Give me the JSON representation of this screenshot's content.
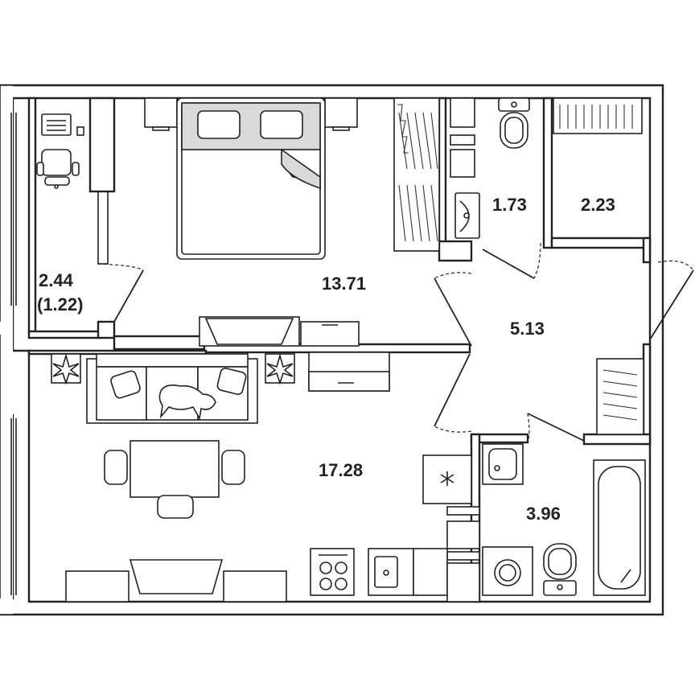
{
  "rooms": {
    "balcony": {
      "area": "2.44",
      "reduced_area": "(1.22)"
    },
    "bedroom": {
      "area": "13.71"
    },
    "toilet": {
      "area": "1.73"
    },
    "wardrobe": {
      "area": "2.23"
    },
    "hallway": {
      "area": "5.13"
    },
    "living_kitchen": {
      "area": "17.28"
    },
    "bathroom": {
      "area": "3.96"
    }
  },
  "icons": [
    "laptop-icon",
    "desk-chair-icon",
    "double-bed-icon",
    "pillow-icon",
    "wardrobe-icon",
    "toilet-icon",
    "sink-icon",
    "sofa-icon",
    "dog-icon",
    "plant-icon",
    "dining-table-icon",
    "chair-icon",
    "tv-stand-icon",
    "stove-icon",
    "kitchen-sink-icon",
    "washing-machine-icon",
    "bathtub-icon",
    "door-icon"
  ],
  "colors": {
    "walls": "#222222",
    "background": "#ffffff",
    "bed_cover": "#d9d9d9"
  }
}
